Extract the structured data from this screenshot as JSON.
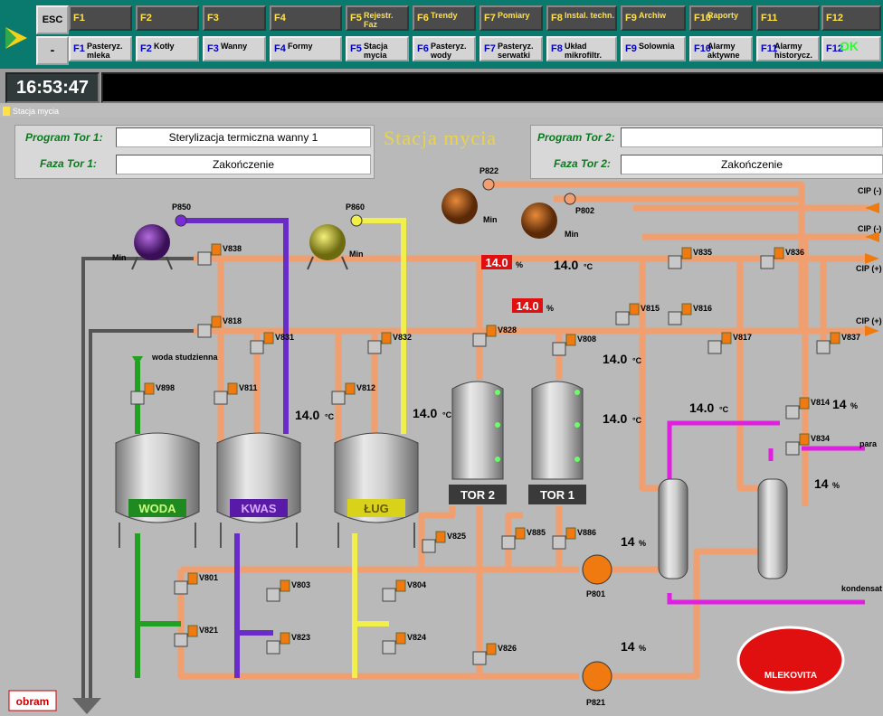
{
  "window": {
    "title": "Stacja mycia"
  },
  "toolbar": {
    "esc": "ESC",
    "minus": "-",
    "top": [
      {
        "key": "F1",
        "label": ""
      },
      {
        "key": "F2",
        "label": ""
      },
      {
        "key": "F3",
        "label": ""
      },
      {
        "key": "F4",
        "label": ""
      },
      {
        "key": "F5",
        "label": "Rejestr. Faz"
      },
      {
        "key": "F6",
        "label": "Trendy"
      },
      {
        "key": "F7",
        "label": "Pomiary"
      },
      {
        "key": "F8",
        "label": "Instal. techn."
      },
      {
        "key": "F9",
        "label": "Archiw"
      },
      {
        "key": "F10",
        "label": "Raporty"
      },
      {
        "key": "F11",
        "label": ""
      },
      {
        "key": "F12",
        "label": ""
      }
    ],
    "bottom": [
      {
        "key": "F1",
        "label": "Pasteryz. mleka"
      },
      {
        "key": "F2",
        "label": "Kotły"
      },
      {
        "key": "F3",
        "label": "Wanny"
      },
      {
        "key": "F4",
        "label": "Formy"
      },
      {
        "key": "F5",
        "label": "Stacja mycia"
      },
      {
        "key": "F6",
        "label": "Pasteryz. wody"
      },
      {
        "key": "F7",
        "label": "Pasteryz. serwatki"
      },
      {
        "key": "F8",
        "label": "Układ mikrofiltr."
      },
      {
        "key": "F9",
        "label": "Solownia"
      },
      {
        "key": "F10",
        "label": "Alarmy aktywne"
      },
      {
        "key": "F11",
        "label": "Alarmy historycz."
      },
      {
        "key": "F12",
        "label": "OK"
      }
    ]
  },
  "clock": "16:53:47",
  "page_title": "Stacja mycia",
  "program": {
    "tor1_label": "Program Tor 1:",
    "tor1_value": "Sterylizacja termiczna wanny 1",
    "faza1_label": "Faza Tor 1:",
    "faza1_value": "Zakończenie",
    "tor2_label": "Program Tor 2:",
    "tor2_value": "",
    "faza2_label": "Faza Tor 2:",
    "faza2_value": "Zakończenie"
  },
  "tanks": {
    "woda": "WODA",
    "kwas": "KWAS",
    "lug": "ŁUG",
    "tor2": "TOR 2",
    "tor1": "TOR 1"
  },
  "dosing": {
    "acid": "KWAS",
    "lye": "ŁUG",
    "p850": "P850",
    "p860": "P860",
    "p822": "P822",
    "p802": "P802",
    "min": "Min"
  },
  "readings": {
    "t_main1": "14.0",
    "t_main1_unit": "°C",
    "c_main1": "14.0",
    "c_main1_unit": "%",
    "c_main2": "14.0",
    "c_main2_unit": "%",
    "t_kwas": "14.0",
    "t_kwas_unit": "°C",
    "t_lug": "14.0",
    "t_lug_unit": "°C",
    "t_tor2": "14.0",
    "t_tor2_unit": "°C",
    "t_tor1": "14.0",
    "t_tor1_unit": "°C",
    "t_hx": "14.0",
    "t_hx_unit": "°C",
    "c_v814": "14",
    "c_v814_unit": "%",
    "c_v834": "14",
    "c_v834_unit": "%",
    "c_p801": "14",
    "c_p801_unit": "%",
    "c_p821": "14",
    "c_p821_unit": "%"
  },
  "valves": [
    "V838",
    "V818",
    "V831",
    "V811",
    "V832",
    "V812",
    "V828",
    "V808",
    "V815",
    "V816",
    "V835",
    "V836",
    "V817",
    "V837",
    "V898",
    "V814",
    "V834",
    "V825",
    "V885",
    "V886",
    "V801",
    "V821",
    "V803",
    "V823",
    "V804",
    "V824",
    "V826"
  ],
  "pumps": [
    "P801",
    "P821"
  ],
  "labels": {
    "woda_stud": "woda studzienna",
    "cip_minus_1": "CIP (-)",
    "cip_minus_2": "CIP (-)",
    "cip_plus_1": "CIP (+)",
    "cip_plus_2": "CIP (+)",
    "para": "para",
    "kondensat": "kondensat",
    "brand": "MLEKOVITA",
    "obram": "obram"
  }
}
